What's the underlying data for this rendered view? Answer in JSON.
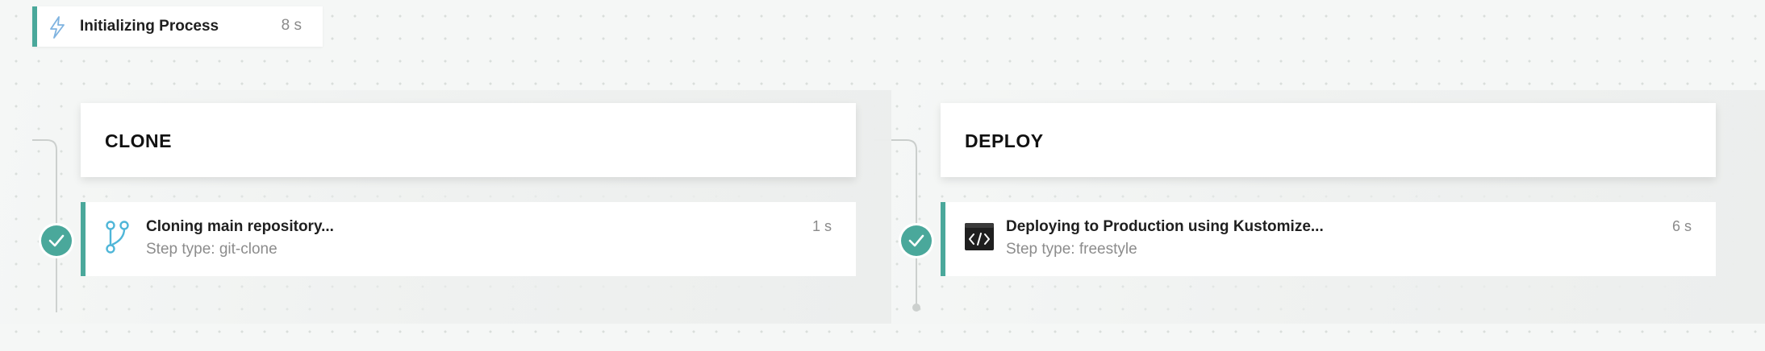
{
  "colors": {
    "accent": "#4aa89b",
    "page_background": "#f5f7f6",
    "card_background": "#ffffff",
    "muted_text": "#8a8a8a"
  },
  "init_step": {
    "icon": "lightning-bolt-icon",
    "title": "Initializing Process",
    "duration": "8 s"
  },
  "stages": [
    {
      "name": "CLONE",
      "steps": [
        {
          "icon": "git-branch-icon",
          "status": "success",
          "title": "Cloning main repository...",
          "type": "Step type: git-clone",
          "duration": "1 s"
        }
      ]
    },
    {
      "name": "DEPLOY",
      "steps": [
        {
          "icon": "code-window-icon",
          "status": "success",
          "title": "Deploying to Production using Kustomize...",
          "type": "Step type: freestyle",
          "duration": "6 s"
        }
      ]
    }
  ]
}
